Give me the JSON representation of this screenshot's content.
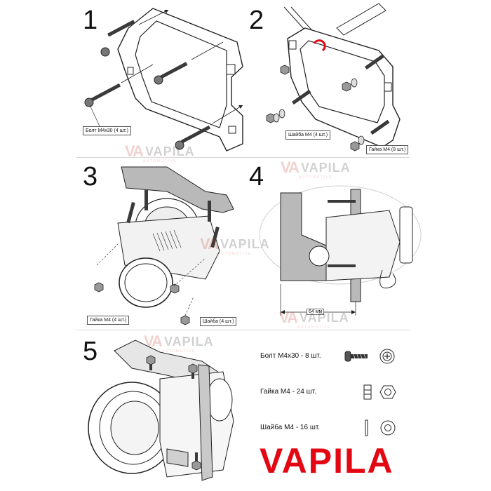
{
  "steps": {
    "s1": "1",
    "s2": "2",
    "s3": "3",
    "s4": "4",
    "s5": "5"
  },
  "callouts": {
    "bolt": "Болт М4х30 (4 шт.)",
    "washer2": "Шайба М4 (4 шт.)",
    "nut2": "Гайка М4 (8 шт.)",
    "nut3": "Гайка М4 (4 шт.)",
    "washer3": "Шайба (4 шт.)",
    "dimension": "64 мм"
  },
  "watermark": {
    "logo": "VA",
    "text": "VAPILA",
    "sub": "AUTOMOTIVE"
  },
  "legend": {
    "bolt": "Болт М4х30 - 8 шт.",
    "nut": "Гайка М4 - 24 шт.",
    "washer": "Шайба М4 - 16 шт."
  },
  "brand": "VAPILA",
  "colors": {
    "brand_red": "#e30613",
    "line": "#222222",
    "metal": "#b9b9b9"
  }
}
